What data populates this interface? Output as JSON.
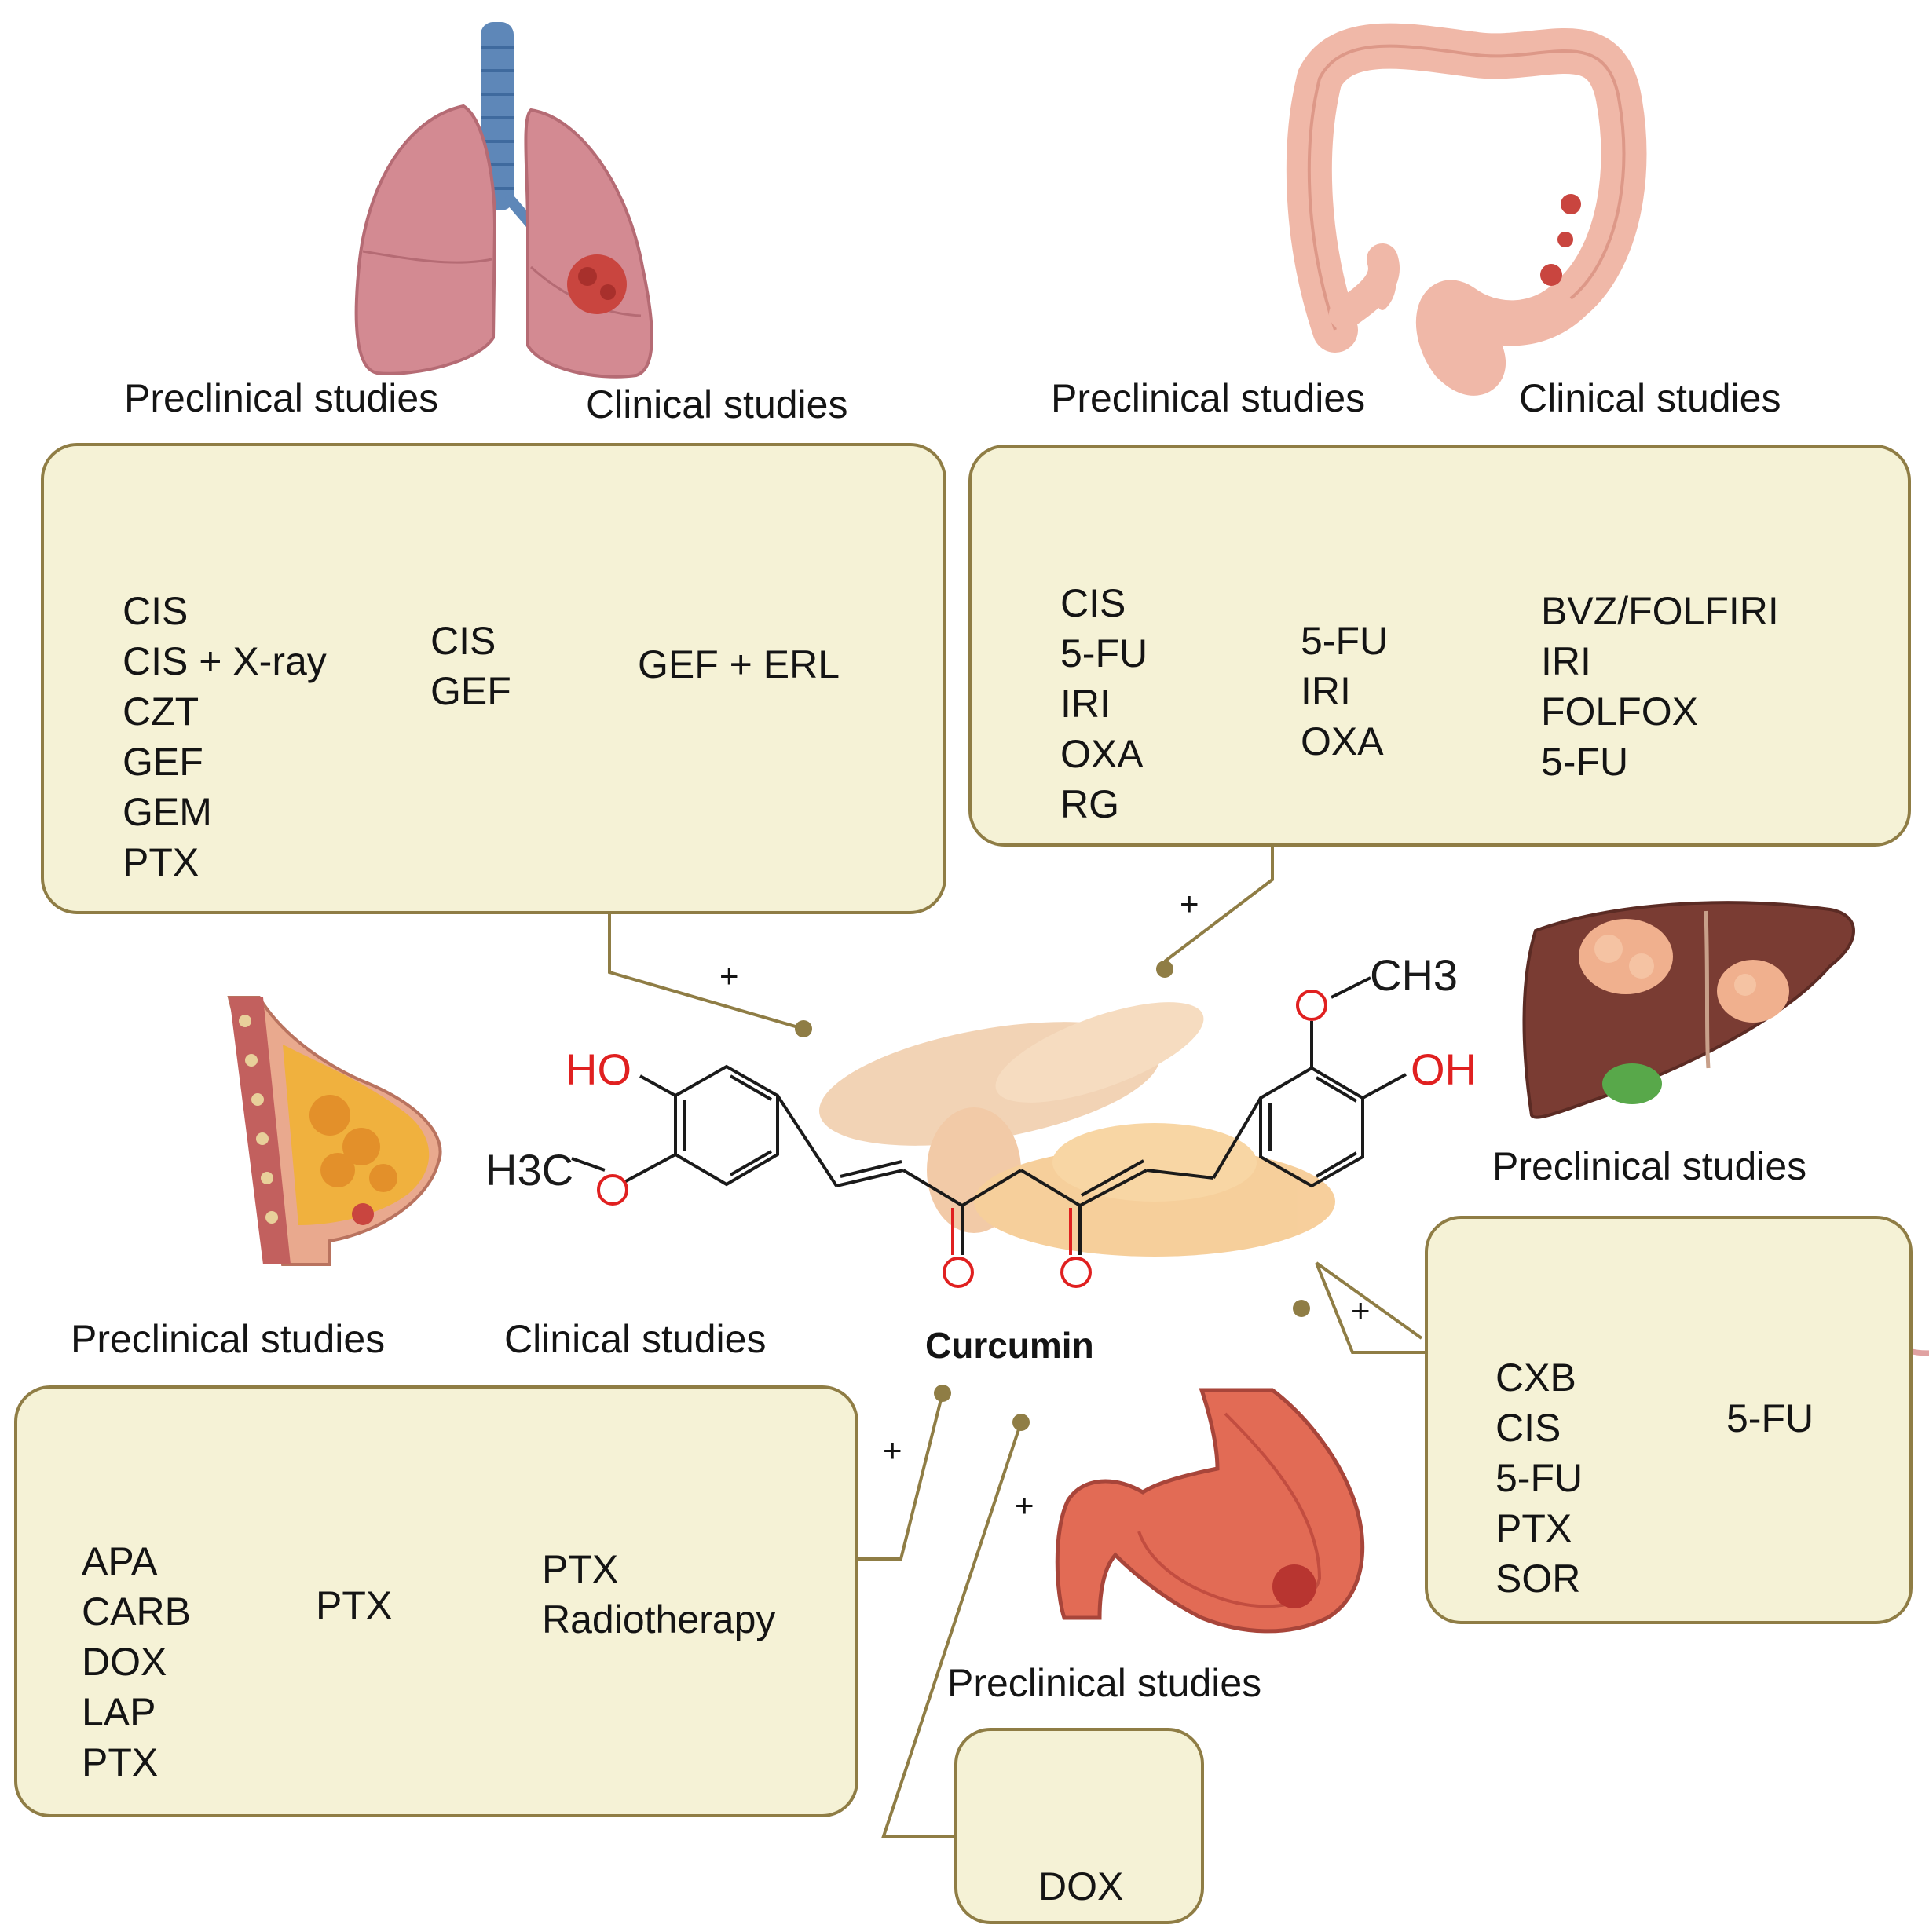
{
  "lung": {
    "preclinical_title": "Preclinical studies",
    "clinical_title": "Clinical studies",
    "cell_drugs": [
      "CIS",
      "CIS + X-ray",
      "CZT",
      "GEF",
      "GEM",
      "PTX"
    ],
    "mouse_drugs": [
      "CIS",
      "GEF"
    ],
    "clinical_drugs": [
      "GEF + ERL"
    ]
  },
  "colon": {
    "preclinical_title": "Preclinical studies",
    "clinical_title": "Clinical studies",
    "cell_drugs": [
      "CIS",
      "5-FU",
      "IRI",
      "OXA",
      "RG"
    ],
    "mouse_drugs": [
      "5-FU",
      "IRI",
      "OXA"
    ],
    "clinical_drugs": [
      "BVZ/FOLFIRI",
      "IRI",
      "FOLFOX",
      "5-FU"
    ]
  },
  "liver": {
    "preclinical_title": "Preclinical studies",
    "cell_drugs": [
      "CXB",
      "CIS",
      "5-FU",
      "PTX",
      "SOR"
    ],
    "mouse_drugs": [
      "5-FU"
    ]
  },
  "breast": {
    "preclinical_title": "Preclinical studies",
    "clinical_title": "Clinical studies",
    "cell_drugs": [
      "APA",
      "CARB",
      "DOX",
      "LAP",
      "PTX"
    ],
    "mouse_drugs": [
      "PTX"
    ],
    "clinical_drugs": [
      "PTX",
      "Radiotherapy"
    ]
  },
  "stomach": {
    "preclinical_title": "Preclinical studies",
    "cell_drugs": [
      "DOX"
    ]
  },
  "center": {
    "compound_name": "Curcumin",
    "plus_sign": "+",
    "atom_labels": {
      "ho": "HO",
      "oh": "OH",
      "h3c": "H3C",
      "ch3": "CH3"
    }
  },
  "colors": {
    "box_fill": "#f5f2d6",
    "box_border": "#8f7d45",
    "connector": "#8f7d45",
    "oxygen": "#e02020",
    "lung": "#d38a92",
    "trachea": "#5e87b8",
    "colon": "#f0b8a8",
    "liver": "#7a3c33",
    "stomach": "#e26b55",
    "turmeric": "#e8a04a"
  },
  "icons": [
    "lung-icon",
    "colon-icon",
    "liver-icon",
    "breast-icon",
    "stomach-icon",
    "cell-cluster-icon",
    "mouse-icon",
    "turmeric-icon"
  ]
}
